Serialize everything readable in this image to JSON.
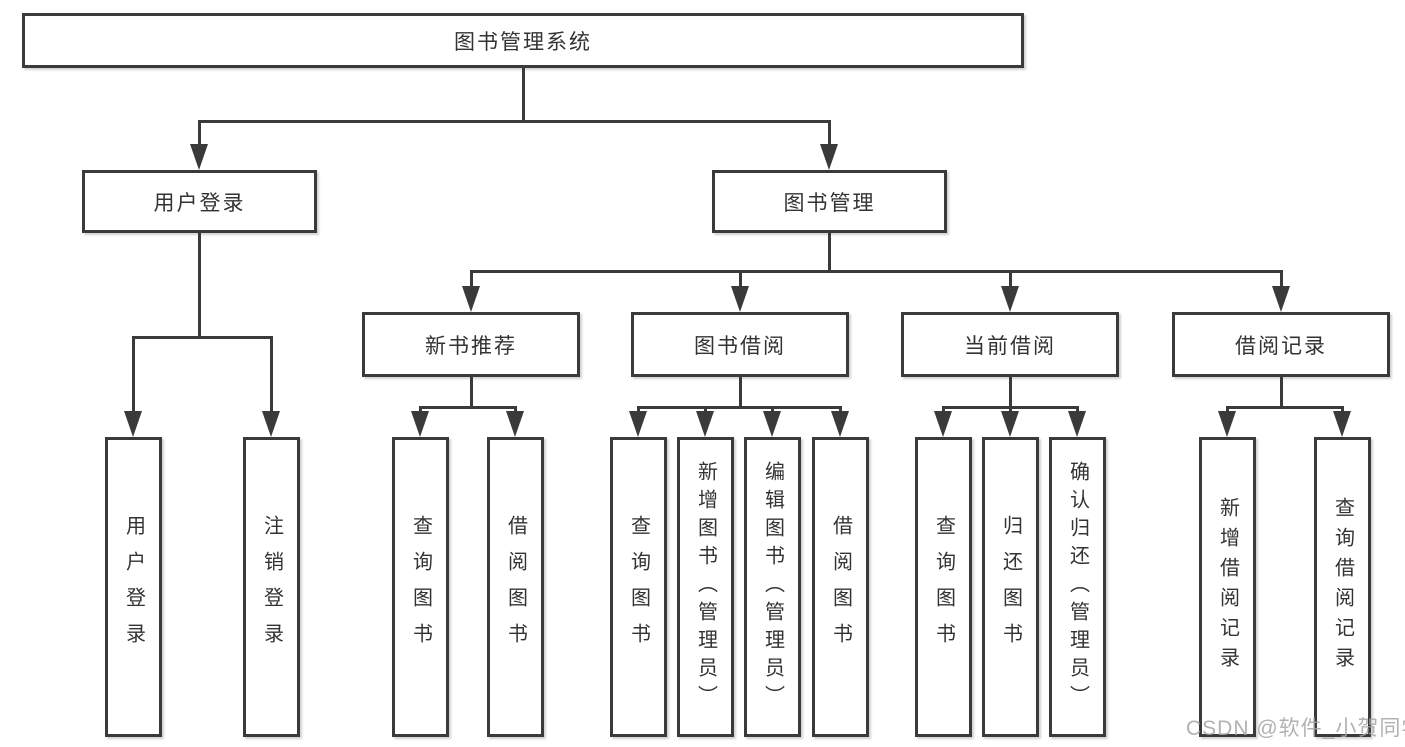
{
  "colors": {
    "line": "#3a3a3a",
    "text": "#333333",
    "box_background": "#ffffff",
    "watermark": "#a5a5a5"
  },
  "watermark": {
    "text": "CSDN @软件_小贺同学"
  },
  "tree": {
    "root": {
      "label": "图书管理系统"
    },
    "level2": [
      {
        "label": "用户登录",
        "children": [
          "用户登录",
          "注销登录"
        ]
      },
      {
        "label": "图书管理",
        "sections": [
          {
            "label": "新书推荐",
            "children": [
              "查询图书",
              "借阅图书"
            ]
          },
          {
            "label": "图书借阅",
            "children": [
              "查询图书",
              "新增图书（管理员）",
              "编辑图书（管理员）",
              "借阅图书"
            ]
          },
          {
            "label": "当前借阅",
            "children": [
              "查询图书",
              "归还图书",
              "确认归还（管理员）"
            ]
          },
          {
            "label": "借阅记录",
            "children": [
              "新增借阅记录",
              "查询借阅记录"
            ]
          }
        ]
      }
    ]
  }
}
